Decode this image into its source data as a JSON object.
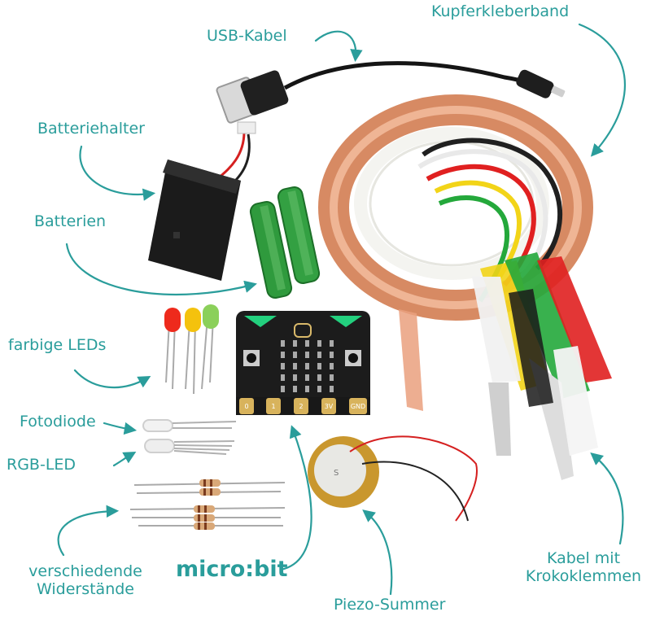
{
  "accent_color": "#2a9d9b",
  "labels": {
    "usb_cable": "USB-Kabel",
    "copper_tape": "Kupferkleberband",
    "battery_holder": "Batteriehalter",
    "batteries": "Batterien",
    "colored_leds": "farbige LEDs",
    "photodiode": "Fotodiode",
    "rgb_led": "RGB-LED",
    "resistors_line1": "verschiedende",
    "resistors_line2": "Widerstände",
    "microbit": "micro:bit",
    "piezo_buzzer": "Piezo-Summer",
    "croc_cable_line1": "Kabel mit",
    "croc_cable_line2": "Krokoklemmen"
  },
  "board": {
    "pin_0": "0",
    "pin_1": "1",
    "pin_2": "2",
    "pin_3v": "3V",
    "pin_gnd": "GND"
  },
  "piezo": {
    "polarity_mark": "S"
  }
}
